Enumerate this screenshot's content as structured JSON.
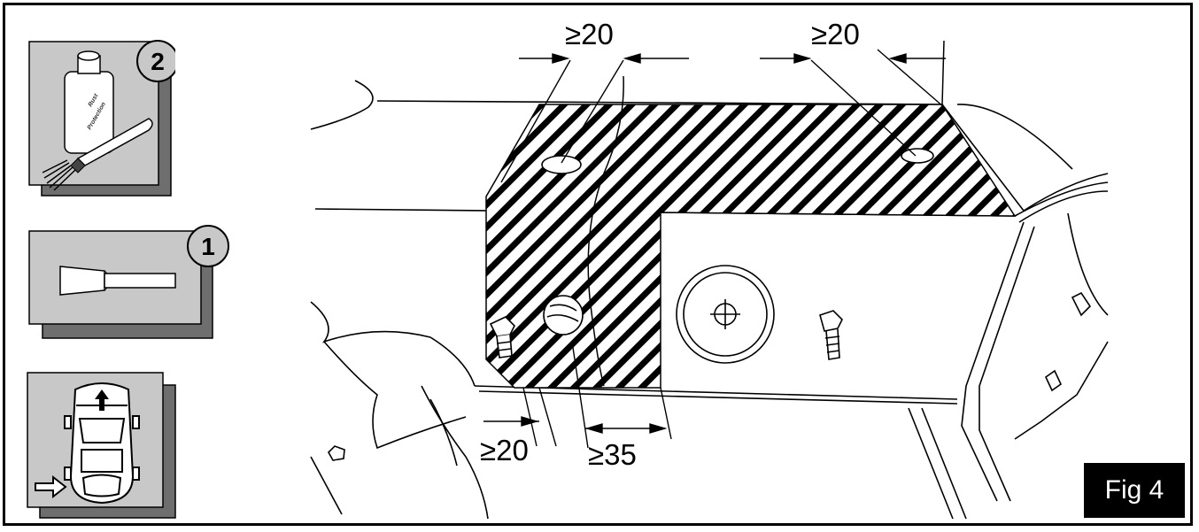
{
  "figure": {
    "label": "Fig 4"
  },
  "steps": [
    {
      "number": "2",
      "description": "Rust Protection",
      "icon": "brush-and-bottle-icon",
      "bottle_label_lines": [
        "Rust",
        "Protection"
      ]
    },
    {
      "number": "1",
      "description": "scraper",
      "icon": "scraper-icon"
    }
  ],
  "location_icon": "car-top-view-icon",
  "dimensions": [
    {
      "id": "top-left",
      "text": "≥20"
    },
    {
      "id": "top-right",
      "text": "≥20"
    },
    {
      "id": "bottom-left",
      "text": "≥20"
    },
    {
      "id": "bottom-right",
      "text": "≥35"
    }
  ],
  "colors": {
    "panel_gray": "#c8c8c8",
    "shadow_gray": "#6e6e6e",
    "ink": "#000000"
  }
}
